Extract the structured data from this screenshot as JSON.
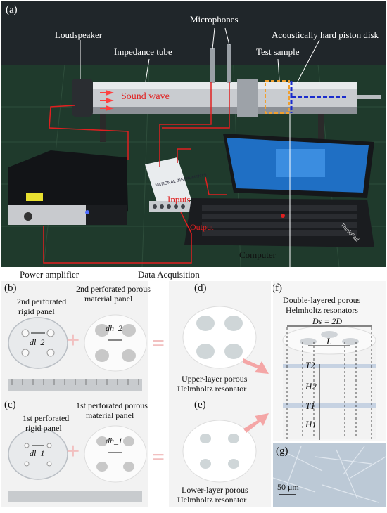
{
  "panel_a": {
    "label": "(a)",
    "microphones": "Microphones",
    "loudspeaker": "Loudspeaker",
    "impedance_tube": "Impedance tube",
    "piston_disk": "Acoustically hard piston disk",
    "test_sample": "Test sample",
    "sound_wave": "Sound wave",
    "inputs": "Inputs",
    "output": "Output",
    "power_amplifier": "Power amplifier",
    "data_acquisition": "Data Acquisition",
    "computer": "Computer",
    "daq_brand": "NATIONAL INSTRUMENTS",
    "laptop_brand": "ThinkPad"
  },
  "panel_b": {
    "label": "(b)",
    "rigid_panel": [
      "2nd perforated",
      "rigid panel"
    ],
    "porous_panel": [
      "2nd perforated porous",
      "material panel"
    ],
    "d_l": "dl_2",
    "d_h": "dh_2"
  },
  "panel_c": {
    "label": "(c)",
    "rigid_panel": [
      "1st perforated",
      "rigid panel"
    ],
    "porous_panel": [
      "1st perforated porous",
      "material panel"
    ],
    "d_l": "dl_1",
    "d_h": "dh_1"
  },
  "panel_d": {
    "label": "(d)",
    "caption": [
      "Upper-layer porous",
      "Helmholtz resonator"
    ]
  },
  "panel_e": {
    "label": "(e)",
    "caption": [
      "Lower-layer porous",
      "Helmholtz resonator"
    ]
  },
  "panel_f": {
    "label": "(f)",
    "title": [
      "Double-layered porous",
      "Helmholtz resonators"
    ],
    "ds": "Ds = 2D",
    "L": "L",
    "T2": "T2",
    "H2": "H2",
    "T1": "T1",
    "H1": "H1"
  },
  "panel_g": {
    "label": "(g)",
    "scale": "50 μm"
  },
  "symbols": {
    "plus": "+",
    "equals": "="
  },
  "colors": {
    "red_label": "#e02020",
    "dashed_orange": "#f0a030",
    "dashed_blue": "#1a2ccc",
    "pink_arrow": "#f4a6a6"
  }
}
